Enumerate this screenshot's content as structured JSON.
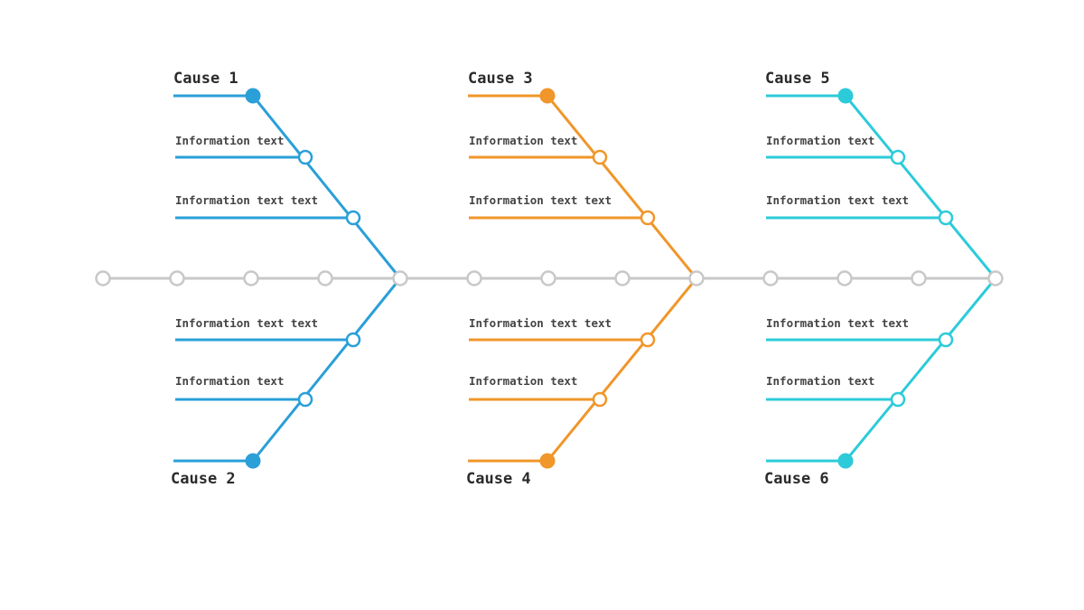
{
  "colors": {
    "spine": "#c8c8c8",
    "blue": "#2a9fd8",
    "orange": "#f0962a",
    "cyan": "#2ccbd9"
  },
  "groups": [
    {
      "color_key": "blue",
      "top_cause": "Cause 1",
      "bottom_cause": "Cause 2",
      "top_info": [
        "Information text",
        "Information text text"
      ],
      "bottom_info": [
        "Information text text",
        "Information text"
      ]
    },
    {
      "color_key": "orange",
      "top_cause": "Cause 3",
      "bottom_cause": "Cause 4",
      "top_info": [
        "Information text",
        "Information text text"
      ],
      "bottom_info": [
        "Information text text",
        "Information text"
      ]
    },
    {
      "color_key": "cyan",
      "top_cause": "Cause 5",
      "bottom_cause": "Cause 6",
      "top_info": [
        "Information text",
        "Information text text"
      ],
      "bottom_info": [
        "Information text text",
        "Information text"
      ]
    }
  ]
}
